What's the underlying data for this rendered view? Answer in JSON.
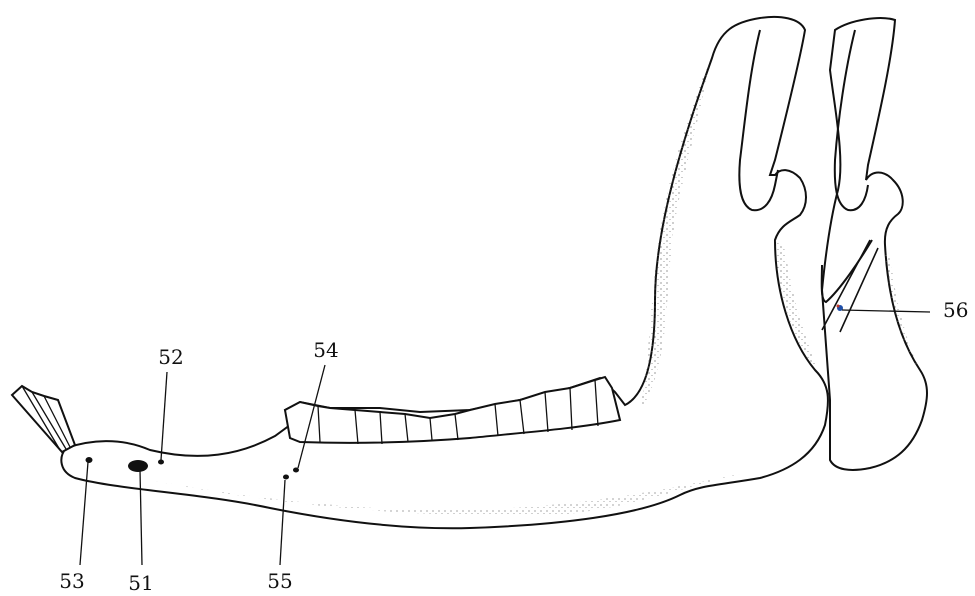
{
  "diagram": {
    "labels": {
      "l51": "51",
      "l52": "52",
      "l53": "53",
      "l54": "54",
      "l55": "55",
      "l56": "56"
    }
  },
  "colors": {
    "ink": "#111111",
    "stipple": "#555555",
    "marker_red": "#c0392b",
    "marker_blue": "#1f4fa8"
  }
}
